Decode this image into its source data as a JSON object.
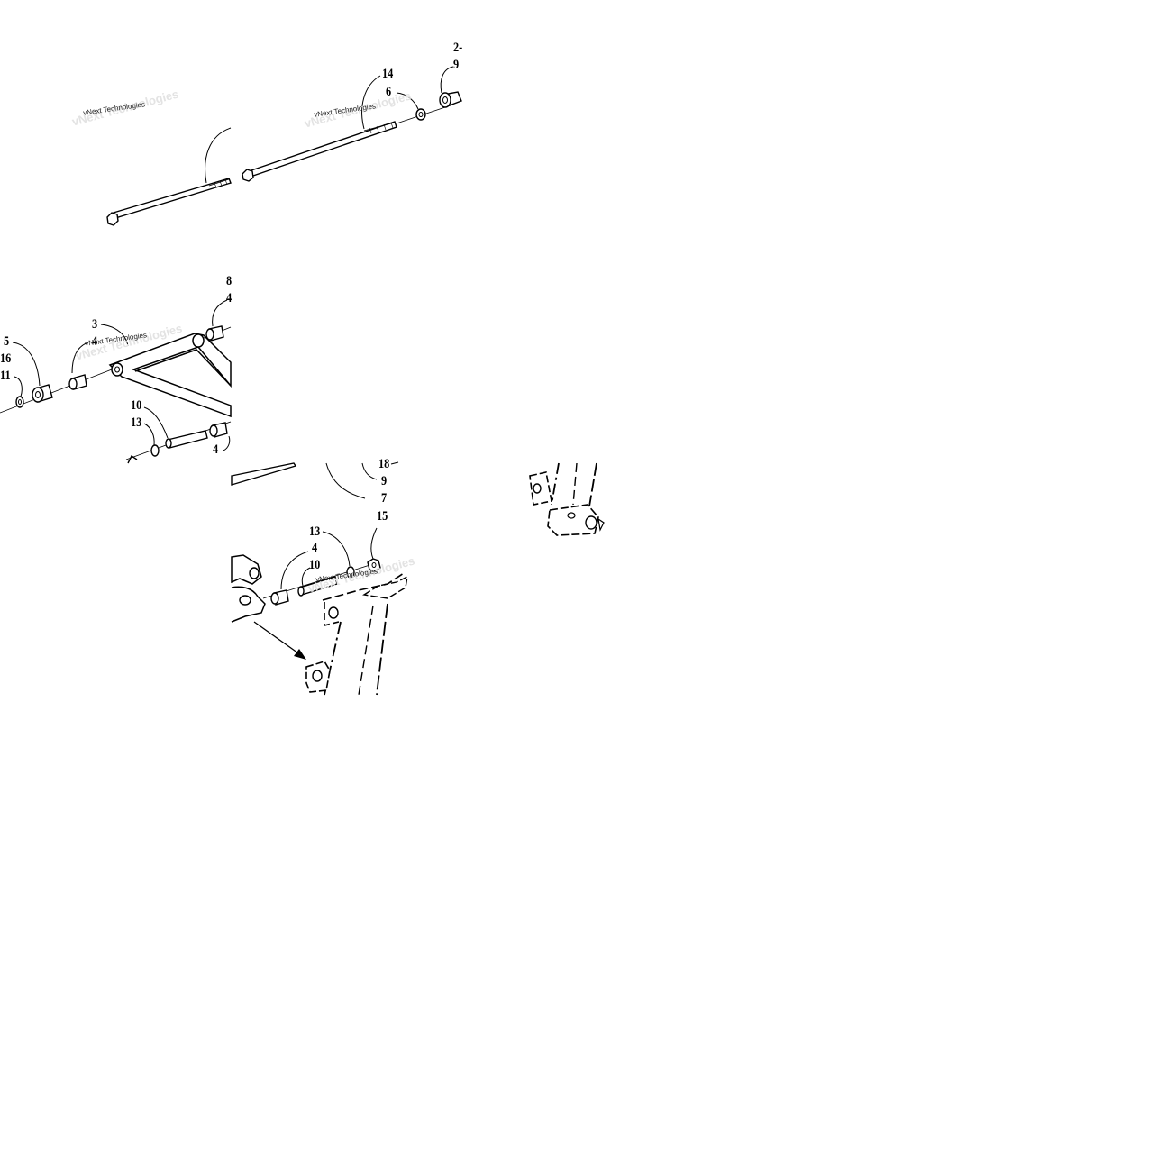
{
  "diagram": {
    "watermark": "vNext Technologies",
    "callouts": {
      "top": [
        "2-",
        "9",
        "14",
        "6"
      ],
      "middle": [
        "8",
        "4",
        "3",
        "4",
        "5",
        "16",
        "11",
        "10",
        "13",
        "4"
      ],
      "bottom": [
        "18",
        "9",
        "7",
        "13",
        "15",
        "4",
        "10"
      ]
    }
  }
}
